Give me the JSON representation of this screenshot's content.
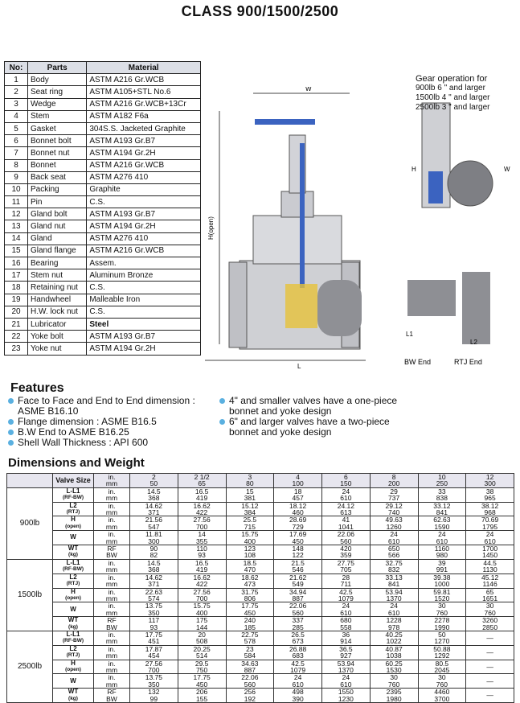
{
  "title": "CLASS 900/1500/2500",
  "parts_header": [
    "No:",
    "Parts",
    "Material"
  ],
  "parts": [
    [
      "1",
      "Body",
      "ASTM A216 Gr.WCB"
    ],
    [
      "2",
      "Seat ring",
      "ASTM A105+STL No.6"
    ],
    [
      "3",
      "Wedge",
      "ASTM A216 Gr.WCB+13Cr"
    ],
    [
      "4",
      "Stem",
      "ASTM A182 F6a"
    ],
    [
      "5",
      "Gasket",
      "304S.S. Jacketed Graphite"
    ],
    [
      "6",
      "Bonnet bolt",
      "ASTM A193 Gr.B7"
    ],
    [
      "7",
      "Bonnet nut",
      "ASTM A194 Gr.2H"
    ],
    [
      "8",
      "Bonnet",
      "ASTM A216 Gr.WCB"
    ],
    [
      "9",
      "Back seat",
      "ASTM A276 410"
    ],
    [
      "10",
      "Packing",
      "Graphite"
    ],
    [
      "11",
      "Pin",
      "C.S."
    ],
    [
      "12",
      "Gland bolt",
      "ASTM A193 Gr.B7"
    ],
    [
      "13",
      "Gland nut",
      "ASTM A194 Gr.2H"
    ],
    [
      "14",
      "Gland",
      "ASTM A276 410"
    ],
    [
      "15",
      "Gland flange",
      "ASTM A216 Gr.WCB"
    ],
    [
      "16",
      "Bearing",
      "Assem."
    ],
    [
      "17",
      "Stem nut",
      "Aluminum Bronze"
    ],
    [
      "18",
      "Retaining nut",
      "C.S."
    ],
    [
      "19",
      "Handwheel",
      "Malleable Iron"
    ],
    [
      "20",
      "H.W. lock nut",
      "C.S."
    ],
    [
      "21",
      "Lubricator",
      "Steel"
    ],
    [
      "22",
      "Yoke bolt",
      "ASTM A193 Gr.B7"
    ],
    [
      "23",
      "Yoke nut",
      "ASTM A194 Gr.2H"
    ]
  ],
  "gear": {
    "title": "Gear operation for",
    "lines": [
      "900lb  6 \" and larger",
      "1500lb  4 \" and larger",
      "2500lb  3 \" and larger"
    ]
  },
  "drawing_labels": {
    "w": "W",
    "h_open": "H(open)",
    "l": "L",
    "l1": "L1",
    "l2": "L2",
    "bw_end": "BW End",
    "rtj_end": "RTJ End",
    "h": "H",
    "w2": "W"
  },
  "features": {
    "heading": "Features",
    "left": [
      "Face to Face and End to End dimension : ASME B16.10",
      "Flange dimension : ASME B16.5",
      "B.W End to  ASME B16.25",
      "Shell Wall Thickness : API 600"
    ],
    "right": [
      "4\" and smaller valves have a one-piece bonnet and yoke design",
      "6\" and larger valves have a two-piece bonnet and yoke design"
    ]
  },
  "dims_heading": "Dimensions and Weight",
  "dims": {
    "valve_size": "Valve Size",
    "size_units": [
      "in.",
      "mm"
    ],
    "sizes_in": [
      "2",
      "2 1/2",
      "3",
      "4",
      "6",
      "8",
      "10",
      "12"
    ],
    "sizes_mm": [
      "50",
      "65",
      "80",
      "100",
      "150",
      "200",
      "250",
      "300"
    ],
    "classes": [
      {
        "name": "900lb",
        "rows": [
          {
            "label": "L-L1",
            "sub": "(RF-BW)",
            "units": [
              "in.",
              "mm"
            ],
            "a": [
              "14.5",
              "16.5",
              "15",
              "18",
              "24",
              "29",
              "33",
              "38"
            ],
            "b": [
              "368",
              "419",
              "381",
              "457",
              "610",
              "737",
              "838",
              "965"
            ]
          },
          {
            "label": "L2",
            "sub": "(RTJ)",
            "units": [
              "in.",
              "mm"
            ],
            "a": [
              "14.62",
              "16.62",
              "15.12",
              "18.12",
              "24.12",
              "29.12",
              "33.12",
              "38.12"
            ],
            "b": [
              "371",
              "422",
              "384",
              "460",
              "613",
              "740",
              "841",
              "968"
            ]
          },
          {
            "label": "H",
            "sub": "(open)",
            "units": [
              "in.",
              "mm"
            ],
            "a": [
              "21.56",
              "27.56",
              "25.5",
              "28.69",
              "41",
              "49.63",
              "62.63",
              "70.69"
            ],
            "b": [
              "547",
              "700",
              "715",
              "729",
              "1041",
              "1260",
              "1590",
              "1795"
            ]
          },
          {
            "label": "W",
            "sub": "",
            "units": [
              "in.",
              "mm"
            ],
            "a": [
              "11.81",
              "14",
              "15.75",
              "17.69",
              "22.06",
              "24",
              "24",
              "24"
            ],
            "b": [
              "300",
              "355",
              "400",
              "450",
              "560",
              "610",
              "610",
              "610"
            ]
          },
          {
            "label": "WT",
            "sub": "(kg)",
            "units": [
              "RF",
              "BW"
            ],
            "a": [
              "90",
              "110",
              "123",
              "148",
              "420",
              "650",
              "1160",
              "1700"
            ],
            "b": [
              "82",
              "93",
              "108",
              "122",
              "359",
              "566",
              "980",
              "1450"
            ]
          }
        ]
      },
      {
        "name": "1500lb",
        "rows": [
          {
            "label": "L-L1",
            "sub": "(RF-BW)",
            "units": [
              "in.",
              "mm"
            ],
            "a": [
              "14.5",
              "16.5",
              "18.5",
              "21.5",
              "27.75",
              "32.75",
              "39",
              "44.5"
            ],
            "b": [
              "368",
              "419",
              "470",
              "546",
              "705",
              "832",
              "991",
              "1130"
            ]
          },
          {
            "label": "L2",
            "sub": "(RTJ)",
            "units": [
              "in.",
              "mm"
            ],
            "a": [
              "14.62",
              "16.62",
              "18.62",
              "21.62",
              "28",
              "33.13",
              "39.38",
              "45.12"
            ],
            "b": [
              "371",
              "422",
              "473",
              "549",
              "711",
              "841",
              "1000",
              "1146"
            ]
          },
          {
            "label": "H",
            "sub": "(open)",
            "units": [
              "in.",
              "mm"
            ],
            "a": [
              "22.63",
              "27.56",
              "31.75",
              "34.94",
              "42.5",
              "53.94",
              "59.81",
              "65"
            ],
            "b": [
              "574",
              "700",
              "806",
              "887",
              "1079",
              "1370",
              "1520",
              "1651"
            ]
          },
          {
            "label": "W",
            "sub": "",
            "units": [
              "in.",
              "mm"
            ],
            "a": [
              "13.75",
              "15.75",
              "17.75",
              "22.06",
              "24",
              "24",
              "30",
              "30"
            ],
            "b": [
              "350",
              "400",
              "450",
              "560",
              "610",
              "610",
              "760",
              "760"
            ]
          },
          {
            "label": "WT",
            "sub": "(kg)",
            "units": [
              "RF",
              "BW"
            ],
            "a": [
              "117",
              "175",
              "240",
              "337",
              "680",
              "1228",
              "2278",
              "3260"
            ],
            "b": [
              "93",
              "144",
              "185",
              "285",
              "558",
              "978",
              "1990",
              "2850"
            ]
          }
        ]
      },
      {
        "name": "2500lb",
        "rows": [
          {
            "label": "L-L1",
            "sub": "(RF-BW)",
            "units": [
              "in.",
              "mm"
            ],
            "a": [
              "17.75",
              "20",
              "22.75",
              "26.5",
              "36",
              "40.25",
              "50",
              ""
            ],
            "b": [
              "451",
              "508",
              "578",
              "673",
              "914",
              "1022",
              "1270",
              ""
            ]
          },
          {
            "label": "L2",
            "sub": "(RTJ)",
            "units": [
              "in.",
              "mm"
            ],
            "a": [
              "17.87",
              "20.25",
              "23",
              "26.88",
              "36.5",
              "40.87",
              "50.88",
              ""
            ],
            "b": [
              "454",
              "514",
              "584",
              "683",
              "927",
              "1038",
              "1292",
              ""
            ]
          },
          {
            "label": "H",
            "sub": "(open)",
            "units": [
              "in.",
              "mm"
            ],
            "a": [
              "27.56",
              "29.5",
              "34.63",
              "42.5",
              "53.94",
              "60.25",
              "80.5",
              ""
            ],
            "b": [
              "700",
              "750",
              "887",
              "1079",
              "1370",
              "1530",
              "2045",
              ""
            ]
          },
          {
            "label": "W",
            "sub": "",
            "units": [
              "in.",
              "mm"
            ],
            "a": [
              "13.75",
              "17.75",
              "22.06",
              "24",
              "24",
              "30",
              "30",
              ""
            ],
            "b": [
              "350",
              "450",
              "560",
              "610",
              "610",
              "760",
              "760",
              ""
            ]
          },
          {
            "label": "WT",
            "sub": "(kg)",
            "units": [
              "RF",
              "BW"
            ],
            "a": [
              "132",
              "206",
              "256",
              "498",
              "1550",
              "2395",
              "4460",
              ""
            ],
            "b": [
              "99",
              "155",
              "192",
              "390",
              "1230",
              "1980",
              "3700",
              ""
            ]
          }
        ]
      }
    ]
  }
}
